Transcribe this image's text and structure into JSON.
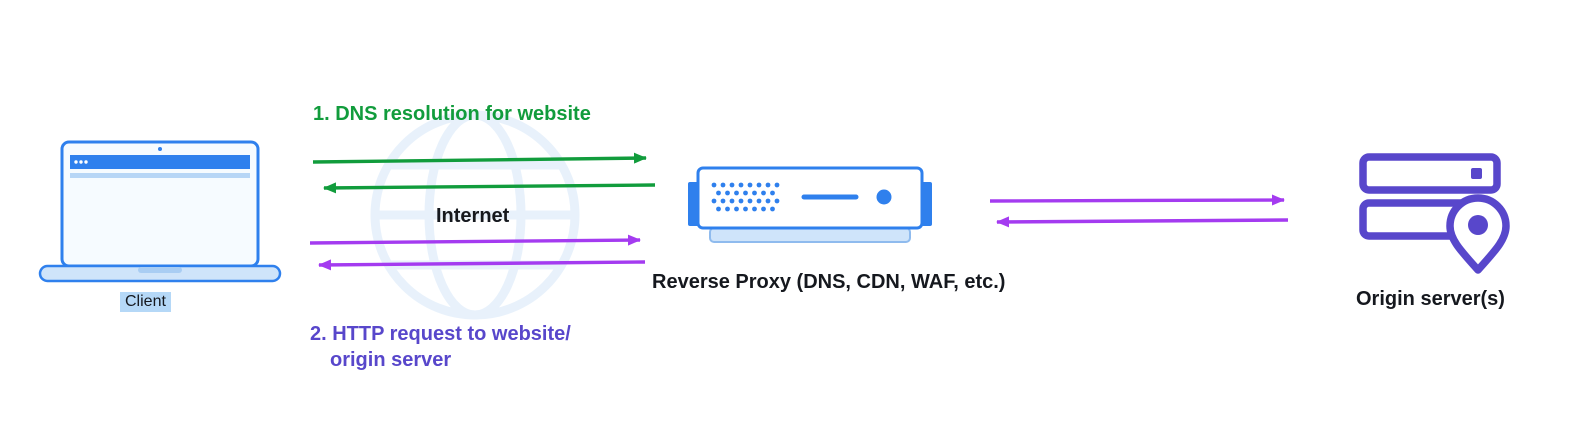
{
  "colors": {
    "blue": "#2f80ed",
    "blue-light": "#cfe4fa",
    "green": "#119c3c",
    "purple": "#a43bf0",
    "indigo": "#5847cb",
    "globe": "#d9e9f9",
    "text-dark": "#15181e",
    "client-highlight": "#b5d8f7"
  },
  "icons": {
    "client": "laptop-icon",
    "internet": "globe-icon",
    "reverse_proxy": "proxy-appliance-icon",
    "origin": "server-stack-icon",
    "origin_pin": "location-pin-icon"
  },
  "nodes": {
    "client": {
      "label": "Client"
    },
    "internet": {
      "label": "Internet"
    },
    "reverse_proxy": {
      "label": "Reverse Proxy (DNS, CDN, WAF, etc.)"
    },
    "origin": {
      "label": "Origin server(s)"
    }
  },
  "flows": {
    "dns": {
      "label": "1. DNS resolution for website",
      "color": "#119c3c",
      "direction": "bidirectional"
    },
    "http": {
      "label_line1": "2. HTTP request to website/",
      "label_line2": "origin server",
      "color": "#a43bf0",
      "direction": "bidirectional"
    },
    "proxy_origin": {
      "color": "#a43bf0",
      "direction": "bidirectional"
    }
  }
}
